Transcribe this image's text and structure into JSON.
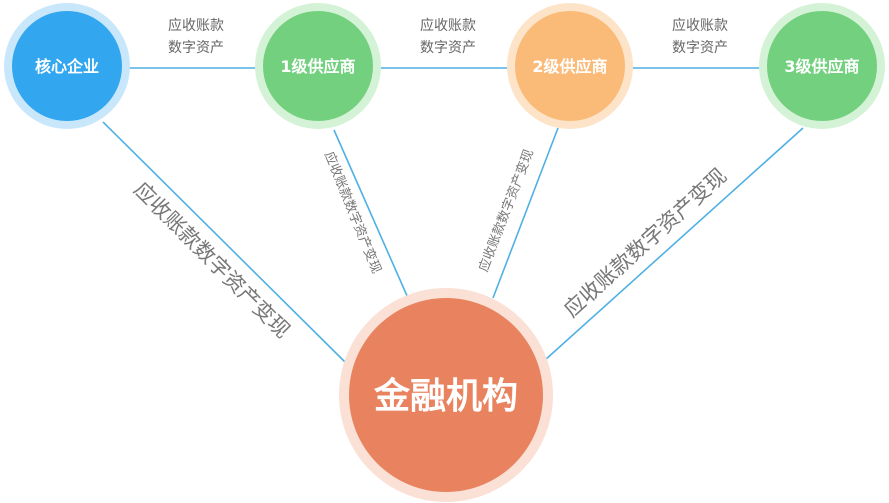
{
  "nodes": {
    "core": {
      "label": "核心企业",
      "color": "#33a6f0",
      "ring": "#c9e7fb"
    },
    "tier1": {
      "label": "1级供应商",
      "color": "#73d07f",
      "ring": "#d4f3d6"
    },
    "tier2": {
      "label": "2级供应商",
      "color": "#fbbb78",
      "ring": "#fde4c9"
    },
    "tier3": {
      "label": "3级供应商",
      "color": "#73d07f",
      "ring": "#d4f3d6"
    },
    "bank": {
      "label": "金融机构",
      "color": "#e8825f",
      "ring": "#fbe0d5"
    }
  },
  "top_edges": [
    {
      "line1": "应收账款",
      "line2": "数字资产"
    },
    {
      "line1": "应收账款",
      "line2": "数字资产"
    },
    {
      "line1": "应收账款",
      "line2": "数字资产"
    }
  ],
  "financing_edges": {
    "core": "应收账款数字资产变现",
    "tier1": "应收账款数字资产变现",
    "tier2": "应收账款数字资产变现",
    "tier3": "应收账款数字资产变现"
  },
  "colors": {
    "edge": "#4fb0e5",
    "label_text": "#666666"
  }
}
